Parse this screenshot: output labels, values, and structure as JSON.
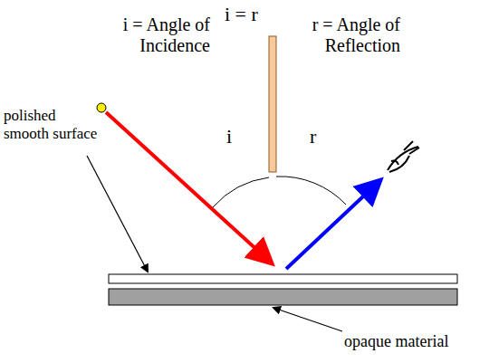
{
  "diagram": {
    "labels": [
      "i = r",
      "i = Angle of Incidence",
      "r = Angle of Reflection",
      "i",
      "r",
      "polished smooth surface",
      "opaque material"
    ]
  }
}
